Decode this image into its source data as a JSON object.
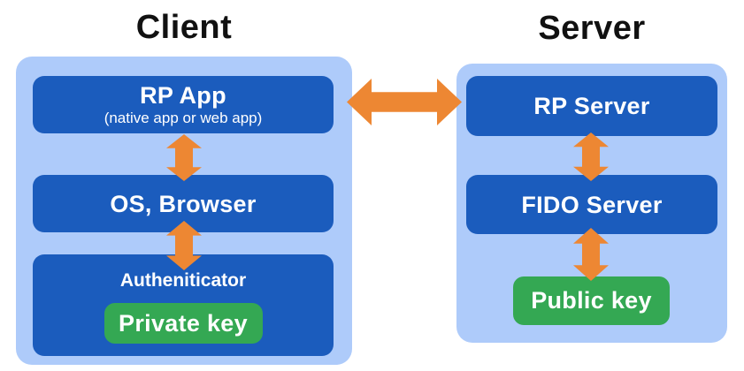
{
  "colors": {
    "page-bg": "#ffffff",
    "container-bg": "#aecbfa",
    "box-bg": "#1b5cbd",
    "key-bg": "#34a853",
    "arrow-color": "#ed8733",
    "title-color": "#111111",
    "box-text-color": "#ffffff"
  },
  "client": {
    "title": "Client",
    "rp_app": {
      "label": "RP App",
      "sublabel": "(native app or web app)"
    },
    "os_browser": {
      "label": "OS, Browser"
    },
    "authenticator": {
      "label": "Autheniticator",
      "private_key_label": "Private key"
    }
  },
  "server": {
    "title": "Server",
    "rp_server_label": "RP Server",
    "fido_server_label": "FIDO Server",
    "public_key_label": "Public key"
  },
  "icons": {
    "vertical_link": "double-headed-arrow-vertical",
    "horizontal_link": "double-headed-arrow-horizontal"
  }
}
